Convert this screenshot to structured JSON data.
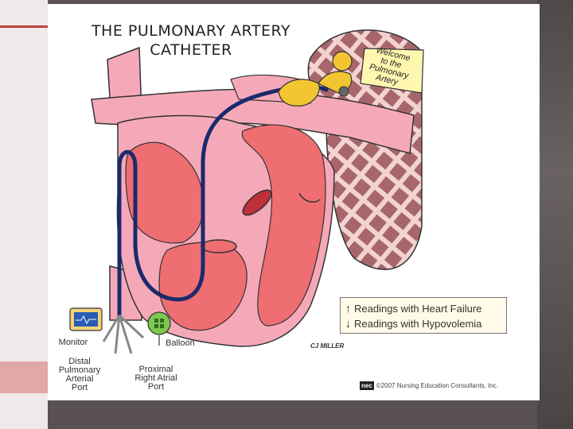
{
  "title_line1": "THE PULMONARY ARTERY",
  "title_line2": "CATHETER",
  "sign": {
    "line1": "Welcome",
    "line2": "to the",
    "line3": "Pulmonary",
    "line4": "Artery"
  },
  "labels": {
    "monitor": "Monitor",
    "balloon": "Balloon",
    "distal_line1": "Distal",
    "distal_line2": "Pulmonary",
    "distal_line3": "Arterial",
    "distal_line4": "Port",
    "proximal_line1": "Proximal",
    "proximal_line2": "Right Atrial",
    "proximal_line3": "Port"
  },
  "legend": {
    "up_arrow": "↑",
    "up_text": "Readings with Heart Failure",
    "down_arrow": "↓",
    "down_text": "Readings with Hypovolemia"
  },
  "signature": "CJ MILLER",
  "footer": {
    "logo": "nec",
    "copyright": "©2007 Nursing Education Consultants, Inc."
  },
  "colors": {
    "heart_pink": "#f5a9b8",
    "chamber_red": "#ee6e72",
    "catheter_navy": "#1c2a6b",
    "lung_brown": "#a7676a",
    "figure_yellow": "#f2c531",
    "balloon_green": "#7ec850"
  }
}
